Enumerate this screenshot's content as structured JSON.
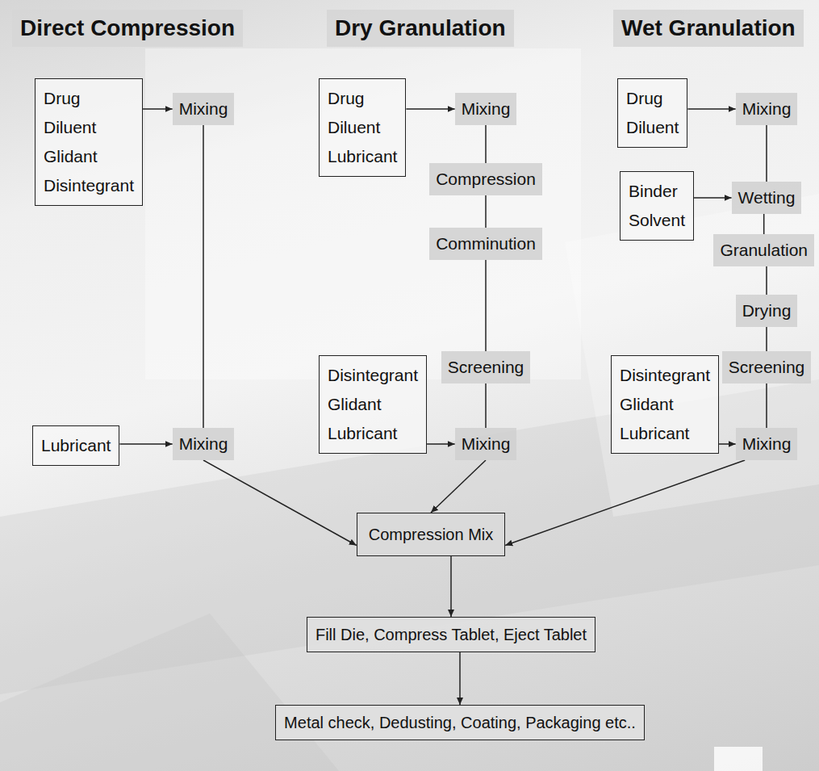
{
  "diagram": {
    "nodes": [
      {
        "text": [
          "Direct Compression"
        ]
      },
      {
        "text": [
          "Dry Granulation"
        ]
      },
      {
        "text": [
          "Wet Granulation"
        ]
      },
      {
        "text": [
          "Drug Diluent Glidant Disintegrant"
        ]
      },
      {
        "text": [
          "Mixing"
        ]
      },
      {
        "text": [
          "Lubricant"
        ]
      },
      {
        "text": [
          "Mixing"
        ]
      },
      {
        "text": [
          "Drug Diluent Lubricant"
        ]
      },
      {
        "text": [
          "Mixing"
        ]
      },
      {
        "text": [
          "Compression"
        ]
      },
      {
        "text": [
          "Comminution"
        ]
      },
      {
        "text": [
          "Screening"
        ]
      },
      {
        "text": [
          "Disintegrant Glidant Lubricant"
        ]
      },
      {
        "text": [
          "Mixing"
        ]
      },
      {
        "text": [
          "Drug Diluent"
        ]
      },
      {
        "text": [
          "Mixing"
        ]
      },
      {
        "text": [
          "Binder Solvent"
        ]
      },
      {
        "text": [
          "Wetting"
        ]
      },
      {
        "text": [
          "Granulation"
        ]
      },
      {
        "text": [
          "Drying"
        ]
      },
      {
        "text": [
          "Screening"
        ]
      },
      {
        "text": [
          "Disintegrant Glidant Lubricant"
        ]
      },
      {
        "text": [
          "Mixing"
        ]
      },
      {
        "text": [
          "Compression Mix"
        ]
      },
      {
        "text": [
          "Fill Die, Compress Tablet, Eject Tablet"
        ]
      },
      {
        "text": [
          "Metal check, Dedusting, Coating, Packaging etc.."
        ]
      }
    ],
    "edges": [
      {
        "from": 3,
        "to": 4,
        "arrow": "to"
      },
      {
        "from": 4,
        "to": 6,
        "arrow": "none"
      },
      {
        "from": 5,
        "to": 6,
        "arrow": "to"
      },
      {
        "from": 6,
        "to": 23,
        "arrow": "to"
      },
      {
        "from": 7,
        "to": 8,
        "arrow": "to"
      },
      {
        "from": 8,
        "to": 9,
        "arrow": "none"
      },
      {
        "from": 9,
        "to": 10,
        "arrow": "none"
      },
      {
        "from": 10,
        "to": 11,
        "arrow": "none"
      },
      {
        "from": 11,
        "to": 13,
        "arrow": "none"
      },
      {
        "from": 12,
        "to": 13,
        "arrow": "to"
      },
      {
        "from": 13,
        "to": 23,
        "arrow": "to"
      },
      {
        "from": 14,
        "to": 15,
        "arrow": "to"
      },
      {
        "from": 15,
        "to": 17,
        "arrow": "none"
      },
      {
        "from": 16,
        "to": 17,
        "arrow": "to"
      },
      {
        "from": 17,
        "to": 18,
        "arrow": "none"
      },
      {
        "from": 18,
        "to": 19,
        "arrow": "none"
      },
      {
        "from": 19,
        "to": 20,
        "arrow": "none"
      },
      {
        "from": 20,
        "to": 22,
        "arrow": "none"
      },
      {
        "from": 21,
        "to": 22,
        "arrow": "to"
      },
      {
        "from": 22,
        "to": 23,
        "arrow": "to"
      },
      {
        "from": 23,
        "to": 24,
        "arrow": "to"
      },
      {
        "from": 24,
        "to": 25,
        "arrow": "to"
      }
    ]
  }
}
